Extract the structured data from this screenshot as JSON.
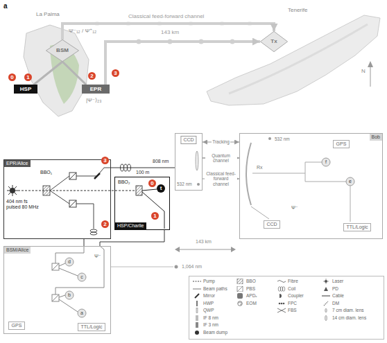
{
  "diagram": {
    "nodes": [
      {
        "text": [
          "HSP"
        ]
      },
      {
        "text": [
          "BSM"
        ]
      },
      {
        "text": [
          "EPR"
        ]
      },
      {
        "text": [
          "Tx"
        ]
      },
      {
        "text": [
          "EPR/Alice"
        ]
      },
      {
        "text": [
          "HSP/Charlie"
        ]
      },
      {
        "text": [
          "BSM/Alice"
        ]
      },
      {
        "text": [
          "CCD"
        ]
      },
      {
        "text": [
          "Bob"
        ]
      },
      {
        "text": [
          "GPS"
        ],
        "in": 8
      },
      {
        "text": [
          "TTL/Logic"
        ],
        "in": 8
      },
      {
        "text": [
          "CCD"
        ],
        "in": 8
      },
      {
        "text": [
          "GPS"
        ],
        "in": 6
      },
      {
        "text": [
          "TTL/Logic"
        ],
        "in": 6
      }
    ],
    "edges": [
      {
        "from": 0,
        "to": 1,
        "arrow": "none"
      },
      {
        "from": 2,
        "to": 1,
        "arrow": "none"
      },
      {
        "from": 1,
        "to": 3,
        "arrow": "to"
      },
      {
        "from": 2,
        "to": 3,
        "arrow": "to"
      },
      {
        "from": 4,
        "to": 7,
        "arrow": "none"
      },
      {
        "from": 7,
        "to": 8,
        "label": "Tracking",
        "arrow": "both"
      },
      {
        "from": 7,
        "to": 8,
        "label": "Quantum channel",
        "arrow": "to"
      },
      {
        "from": 7,
        "to": 8,
        "label": "Classical feed-forward channel",
        "arrow": "to"
      },
      {
        "from": 5,
        "to": 6,
        "arrow": "none"
      },
      {
        "from": 4,
        "to": 6,
        "arrow": "none"
      }
    ],
    "labels": [
      "a",
      "La Palma",
      "Tenerife",
      "Ψ⁻₁₂ / Ψ⁺₁₂",
      "Classical feed-forward channel",
      "143 km",
      "0",
      "1",
      "2",
      "3",
      "|Ψ⁻⟩₂₃",
      "N",
      "404 nm fs pulsed 80 MHz",
      "BBO₁",
      "BBO₂",
      "3",
      "2",
      "1",
      "0",
      "t",
      "100 m",
      "808 nm",
      "532 nm",
      "532 nm",
      "Rx",
      "f",
      "e",
      "Ψ⁻",
      "143 km",
      "1,064 nm",
      "Ψ⁻",
      "d",
      "c",
      "b",
      "a"
    ],
    "legend": [
      {
        "text": "Pump"
      },
      {
        "text": "Beam paths"
      },
      {
        "text": "Mirror"
      },
      {
        "text": "HWP"
      },
      {
        "text": "QWP"
      },
      {
        "text": "IF 8 nm"
      },
      {
        "text": "IF 3 nm"
      },
      {
        "text": "Beam dump"
      },
      {
        "text": "BBO"
      },
      {
        "text": "PBS"
      },
      {
        "text": "APDₓ"
      },
      {
        "text": "EOM"
      },
      {
        "text": "Fibre"
      },
      {
        "text": "Coil"
      },
      {
        "text": "Coupler"
      },
      {
        "text": "FPC"
      },
      {
        "text": "FBS"
      },
      {
        "text": "Laser"
      },
      {
        "text": "PD"
      },
      {
        "text": "Cable"
      },
      {
        "text": "DM"
      },
      {
        "text": "7 cm diam. lens"
      },
      {
        "text": "14 cm diam. lens"
      }
    ]
  }
}
